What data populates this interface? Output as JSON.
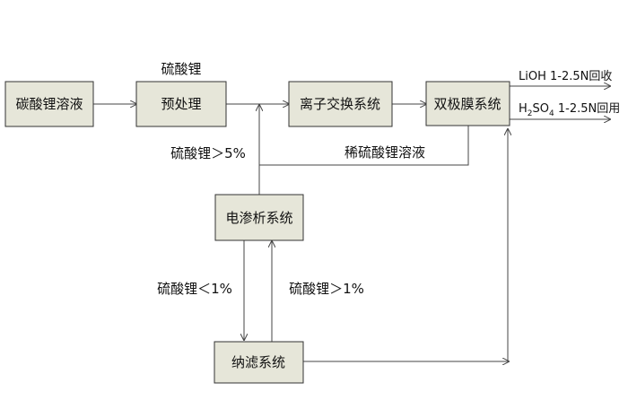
{
  "nodes": {
    "lithium_carbonate_solution": "碳酸锂溶液",
    "pretreatment": "预处理",
    "ion_exchange": "离子交换系统",
    "bipolar_membrane": "双极膜系统",
    "electrodialysis": "电渗析系统",
    "nanofiltration": "纳滤系统"
  },
  "labels": {
    "lithium_sulfate_top": "硫酸锂",
    "lithium_sulfate_gt5": "硫酸锂＞5%",
    "dilute_lithium_sulfate": "稀硫酸锂溶液",
    "lithium_sulfate_lt1": "硫酸锂＜1%",
    "lithium_sulfate_gt1": "硫酸锂＞1%"
  },
  "outputs": {
    "lioh_prefix": "LiOH  1-2.5N回收",
    "h2so4_h": "H",
    "h2so4_sub2": "2",
    "h2so4_so": "SO",
    "h2so4_sub4": "4",
    "h2so4_suffix": " 1-2.5N回用"
  }
}
